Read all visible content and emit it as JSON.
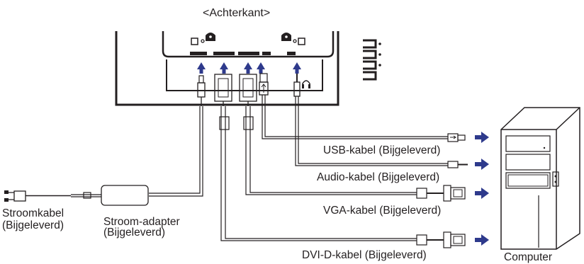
{
  "title": "<Achterkant>",
  "labels": {
    "usb": "USB-kabel (Bijgeleverd)",
    "audio": "Audio-kabel (Bijgeleverd)",
    "vga": "VGA-kabel (Bijgeleverd)",
    "dvi": "DVI-D-kabel (Bijgeleverd)",
    "computer": "Computer",
    "power_cable_1": "Stroomkabel",
    "power_cable_2": "(Bijgeleverd)",
    "adapter_1": "Stroom-adapter",
    "adapter_2": "(Bijgeleverd)"
  },
  "colors": {
    "arrow": "#2e3a8c",
    "line": "#231f20"
  },
  "icons": [
    "usb-symbol-icon",
    "headphone-icon",
    "wall-plug-icon"
  ]
}
